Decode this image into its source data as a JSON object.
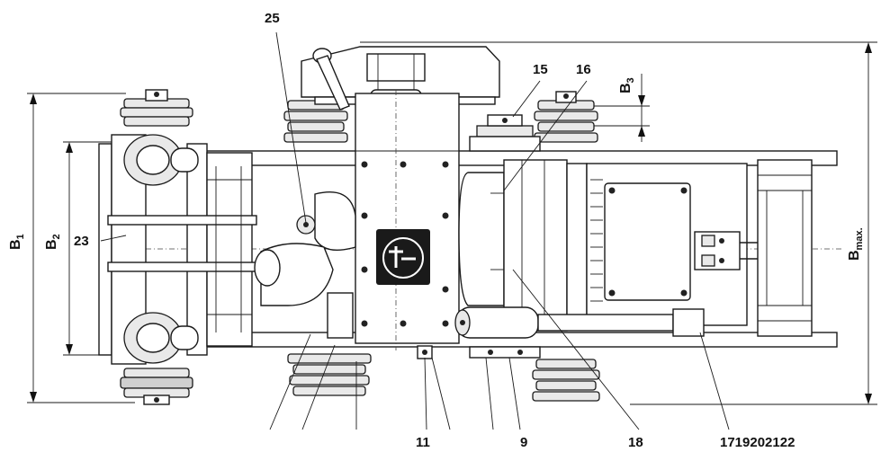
{
  "callouts": {
    "c25": "25",
    "c15": "15",
    "c16": "16",
    "c23": "23",
    "c11": "11",
    "c9": "9",
    "c18": "18",
    "c17_22": "1719202122"
  },
  "dimensions": {
    "b1_main": "B",
    "b1_sub": "1",
    "b2_main": "B",
    "b2_sub": "2",
    "b3_main": "B",
    "b3_sub": "3",
    "bmax_main": "B",
    "bmax_sub": "max."
  },
  "colors": {
    "line": "#1a1a1a",
    "logo_bg": "#1a1a1a",
    "logo_fg": "#ffffff"
  },
  "logo_icon": "fein-logo-icon"
}
